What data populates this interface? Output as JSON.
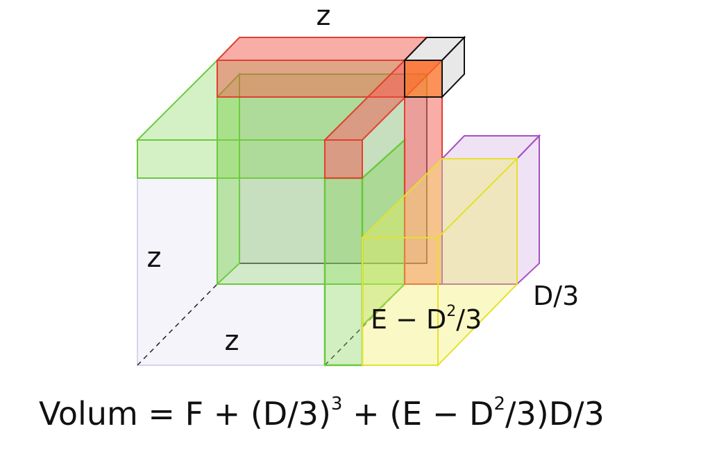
{
  "labels": {
    "top_z": "z",
    "left_z": "z",
    "bottom_z": "z",
    "d3": "D/3",
    "e_label": {
      "base": "E − D",
      "exp": "2",
      "tail": "/3"
    }
  },
  "formula": {
    "part1": "Volum = F + (D/3)",
    "exp1": "3",
    "part2": " + (E − D",
    "exp2": "2",
    "part3": "/3)D/3"
  },
  "colors": {
    "red": "#ef4a3c",
    "green": "#7ad24c",
    "yellow": "#f0ef5a",
    "purple": "#a64fc4",
    "grey_cube": "#e6e6e6",
    "black": "#111111",
    "big_cube_edge": "#bcbce6"
  }
}
